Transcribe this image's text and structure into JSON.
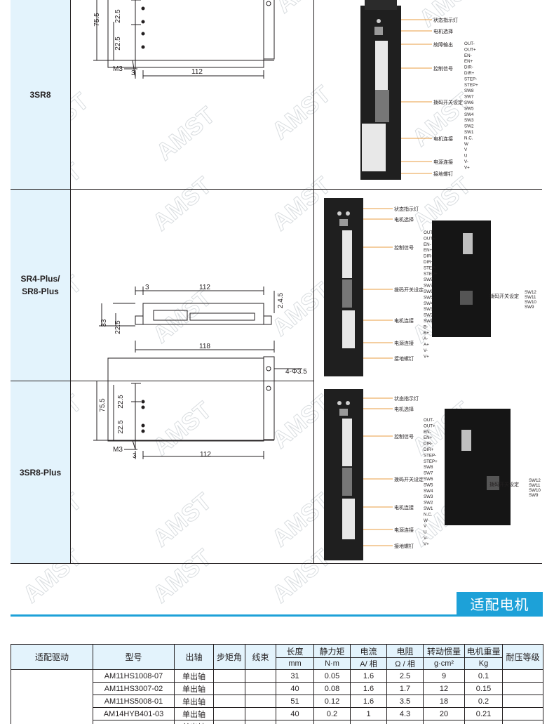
{
  "watermark": "AMST",
  "spec_rows": [
    {
      "label_lines": [
        "3SR8"
      ],
      "drawing": {
        "top_dims": {
          "h": "75.5",
          "a": "22.5",
          "b": "22.5",
          "m3": "M3",
          "offset": "3",
          "w": "112"
        }
      },
      "photo": {
        "callouts": [
          "状态指示灯",
          "电机选择",
          "故障输出",
          "控制信号",
          "拨码开关设定",
          "电机连接",
          "电源连接",
          "接地螺钉"
        ],
        "pins": [
          "OUT-",
          "OUT+",
          "EN-",
          "EN+",
          "DIR-",
          "DIR+",
          "STEP-",
          "STEP+",
          "SW8",
          "SW7",
          "SW6",
          "SW5",
          "SW4",
          "SW3",
          "SW2",
          "SW1",
          "N.C.",
          "W",
          "V",
          "U",
          "V-",
          "V+"
        ]
      }
    },
    {
      "label_lines": [
        "SR4-Plus/",
        "SR8-Plus"
      ],
      "drawing": {
        "side_dims": {
          "offset": "3",
          "w": "112",
          "pin_h": "2.4.5",
          "h": "33",
          "a": "22.5",
          "total": "118"
        },
        "top_dims": {
          "hole": "4-Φ3.5"
        }
      },
      "photo": {
        "callouts": [
          "状态指示灯",
          "电机选择",
          "控制信号",
          "拨码开关设定",
          "电机连接",
          "电源连接",
          "接地螺钉"
        ],
        "pins": [
          "OUT-",
          "OUT+",
          "EN-",
          "EN+",
          "DIR-",
          "DIR+",
          "STEP-",
          "STEP+",
          "SW8",
          "SW7",
          "SW6",
          "SW5",
          "SW4",
          "SW3",
          "SW2",
          "SW1",
          "B-",
          "B+",
          "A-",
          "A+",
          "V-",
          "V+"
        ],
        "side_callout": "拨码开关设定",
        "side_pins": [
          "SW12",
          "SW11",
          "SW10",
          "SW9"
        ]
      }
    },
    {
      "label_lines": [
        "3SR8-Plus"
      ],
      "drawing": {
        "top_dims": {
          "h": "75.5",
          "a": "22.5",
          "b": "22.5",
          "m3": "M3",
          "offset": "3",
          "w": "112"
        }
      },
      "photo": {
        "callouts": [
          "状态指示灯",
          "电机选择",
          "控制信号",
          "拨码开关设定",
          "电机连接",
          "电源连接",
          "接地螺钉"
        ],
        "pins": [
          "OUT-",
          "OUT+",
          "EN-",
          "EN+",
          "DIR-",
          "DIR+",
          "STEP-",
          "STEP+",
          "SW8",
          "SW7",
          "SW6",
          "SW5",
          "SW4",
          "SW3",
          "SW2",
          "SW1",
          "N.C.",
          "W",
          "V",
          "U",
          "V-",
          "V+"
        ],
        "side_callout": "拨码开关设定",
        "side_pins": [
          "SW12",
          "SW11",
          "SW10",
          "SW9"
        ]
      }
    }
  ],
  "section_title": "适配电机",
  "motor_table": {
    "headers": [
      "适配驱动",
      "型号",
      "出轴",
      "步矩角",
      "线束",
      "长度",
      "静力矩",
      "电流",
      "电阻",
      "转动惯量",
      "电机重量",
      "耐压等级"
    ],
    "units": [
      "mm",
      "N·m",
      "A/ 相",
      "Ω / 相",
      "g·cm²",
      "Kg"
    ],
    "rows": [
      {
        "model": "AM11HS1008-07",
        "shaft": "单出轴",
        "length": "31",
        "torque": "0.05",
        "current": "1.6",
        "resistance": "2.5",
        "inertia": "9",
        "weight": "0.1"
      },
      {
        "model": "AM11HS3007-02",
        "shaft": "单出轴",
        "length": "40",
        "torque": "0.08",
        "current": "1.6",
        "resistance": "1.7",
        "inertia": "12",
        "weight": "0.15"
      },
      {
        "model": "AM11HS5008-01",
        "shaft": "单出轴",
        "length": "51",
        "torque": "0.12",
        "current": "1.6",
        "resistance": "3.5",
        "inertia": "18",
        "weight": "0.2"
      },
      {
        "model": "AM14HYB401-03",
        "shaft": "单出轴",
        "length": "40",
        "torque": "0.2",
        "current": "1",
        "resistance": "4.3",
        "inertia": "20",
        "weight": "0.21"
      },
      {
        "model": "",
        "shaft": "单出轴",
        "length": "",
        "torque": "",
        "current": "",
        "resistance": "",
        "inertia": "",
        "weight": ""
      }
    ]
  }
}
